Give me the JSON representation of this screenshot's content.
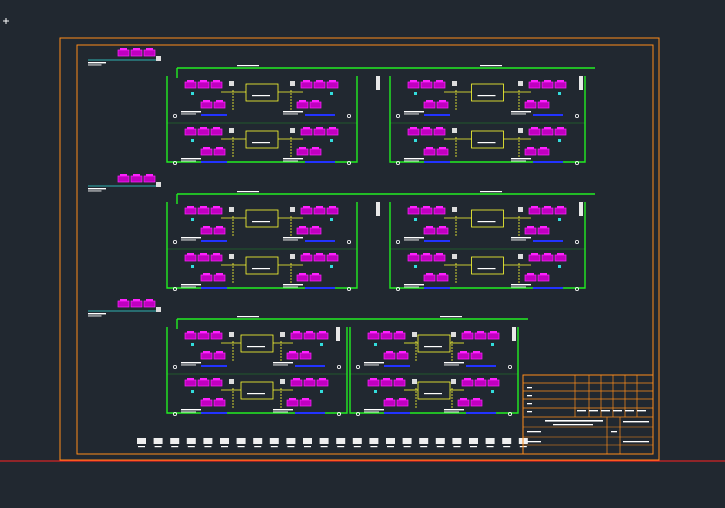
{
  "colors": {
    "background": "#212830",
    "frame": "#ff8c1a",
    "bus": "#22ee22",
    "device": "#ff22ff",
    "device_fill": "#c000c0",
    "equipment": "#ffff33",
    "label": "#ffffff",
    "bar": "#2233ff",
    "cyan": "#33dddd",
    "origin": "#ff2222"
  },
  "diagram": {
    "rows": [
      {
        "panels": 2
      },
      {
        "panels": 2
      },
      {
        "panels": 2
      }
    ],
    "legend_symbol_count": 24
  },
  "title_block": {
    "grid_rows": 5,
    "grid_cols": 8
  }
}
